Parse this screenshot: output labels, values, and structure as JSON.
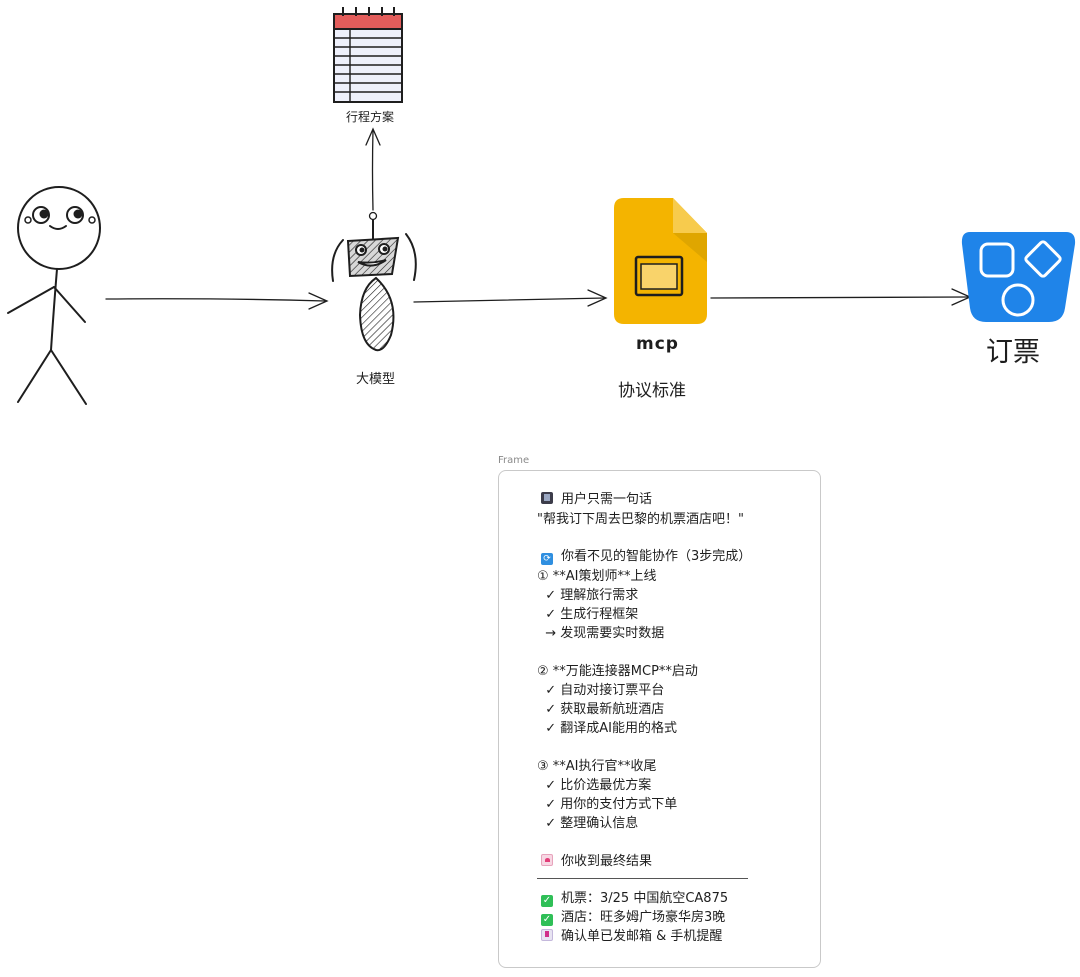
{
  "diagram": {
    "plan_label": "行程方案",
    "llm_label": "大模型",
    "mcp_label": "mcp",
    "protocol_label": "协议标准",
    "booking_label": "订票",
    "icons": [
      "stick-figure-user",
      "calendar-icon",
      "robot-icon",
      "slides-document-icon",
      "shapes-app-icon"
    ]
  },
  "frame": {
    "title": "Frame",
    "lines": [
      {
        "icon": "phone-icon",
        "text": "用户只需一句话"
      },
      {
        "icon": "",
        "text": "\"帮我订下周去巴黎的机票酒店吧！\""
      },
      {
        "icon": "refresh-icon",
        "text": "你看不见的智能协作（3步完成）"
      },
      {
        "icon": "",
        "text": "① **AI策划师**上线"
      },
      {
        "icon": "",
        "text": "  ✓ 理解旅行需求"
      },
      {
        "icon": "",
        "text": "  ✓ 生成行程框架"
      },
      {
        "icon": "",
        "text": "  → 发现需要实时数据"
      },
      {
        "icon": "",
        "text": "② **万能连接器MCP**启动"
      },
      {
        "icon": "",
        "text": "  ✓ 自动对接订票平台"
      },
      {
        "icon": "",
        "text": "  ✓ 获取最新航班酒店"
      },
      {
        "icon": "",
        "text": "  ✓ 翻译成AI能用的格式"
      },
      {
        "icon": "",
        "text": "③ **AI执行官**收尾"
      },
      {
        "icon": "",
        "text": "  ✓ 比价选最优方案"
      },
      {
        "icon": "",
        "text": "  ✓ 用你的支付方式下单"
      },
      {
        "icon": "",
        "text": "  ✓ 整理确认信息"
      },
      {
        "icon": "love-letter-icon",
        "text": "你收到最终结果"
      },
      {
        "icon": "check-mark-icon",
        "text": "机票：3/25 中国航空CA875"
      },
      {
        "icon": "check-mark-icon",
        "text": "酒店：旺多姆广场豪华房3晚"
      },
      {
        "icon": "inbox-icon",
        "text": "确认单已发邮箱 & 手机提醒"
      }
    ]
  },
  "colors": {
    "stroke": "#1e1e1e",
    "calendar_top": "#e35d5b",
    "calendar_body": "#eef0fb",
    "doc_yellow": "#f4b400",
    "doc_fold": "#c99300",
    "app_blue": "#1f84e9",
    "frame_border": "#c9c9c9"
  }
}
